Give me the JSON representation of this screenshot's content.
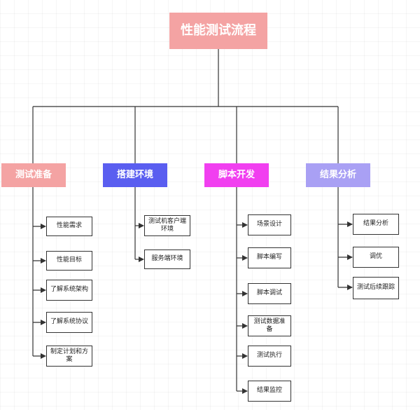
{
  "root": {
    "label": "性能测试流程"
  },
  "colors": {
    "root": "#f4a3a3",
    "cat1": "#f4a3a3",
    "cat2": "#5a5ef0",
    "cat3": "#f13ff0",
    "cat4": "#a9a0f4",
    "line": "#333333"
  },
  "categories": [
    {
      "label": "测试准备",
      "items": [
        "性能需求",
        "性能目标",
        "了解系统架构",
        "了解系统协议",
        "制定计划和方案"
      ]
    },
    {
      "label": "搭建环境",
      "items": [
        "测试机客户端环境",
        "服务端环境"
      ]
    },
    {
      "label": "脚本开发",
      "items": [
        "场景设计",
        "脚本编写",
        "脚本调试",
        "测试数据准备",
        "测试执行",
        "结果监控"
      ]
    },
    {
      "label": "结果分析",
      "items": [
        "结果分析",
        "调优",
        "测试后续跟踪"
      ]
    }
  ]
}
